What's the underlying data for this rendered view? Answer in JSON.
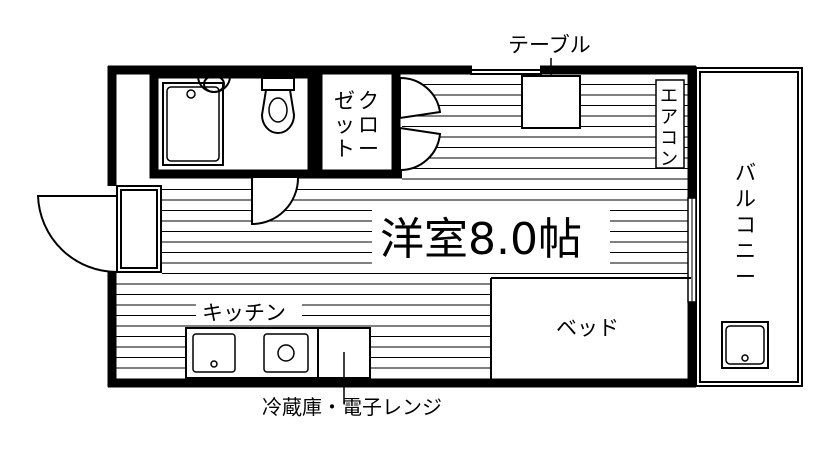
{
  "plan": {
    "room_label": "洋室8.0帖",
    "table_label": "テーブル",
    "closet_label_col1": [
      "ゼ",
      "ッ",
      "ト"
    ],
    "closet_label_col2": [
      "ク",
      "ロ",
      "ー"
    ],
    "aircon_label": [
      "エ",
      "ア",
      "コ",
      "ン"
    ],
    "balcony_label": [
      "バ",
      "ル",
      "コ",
      "ニ",
      "ー"
    ],
    "kitchen_label": "キッチン",
    "bed_label": "ベッド",
    "fridge_label": "冷蔵庫・電子レンジ"
  },
  "colors": {
    "line": "#000000",
    "background": "#ffffff",
    "hatch": "#000000"
  }
}
